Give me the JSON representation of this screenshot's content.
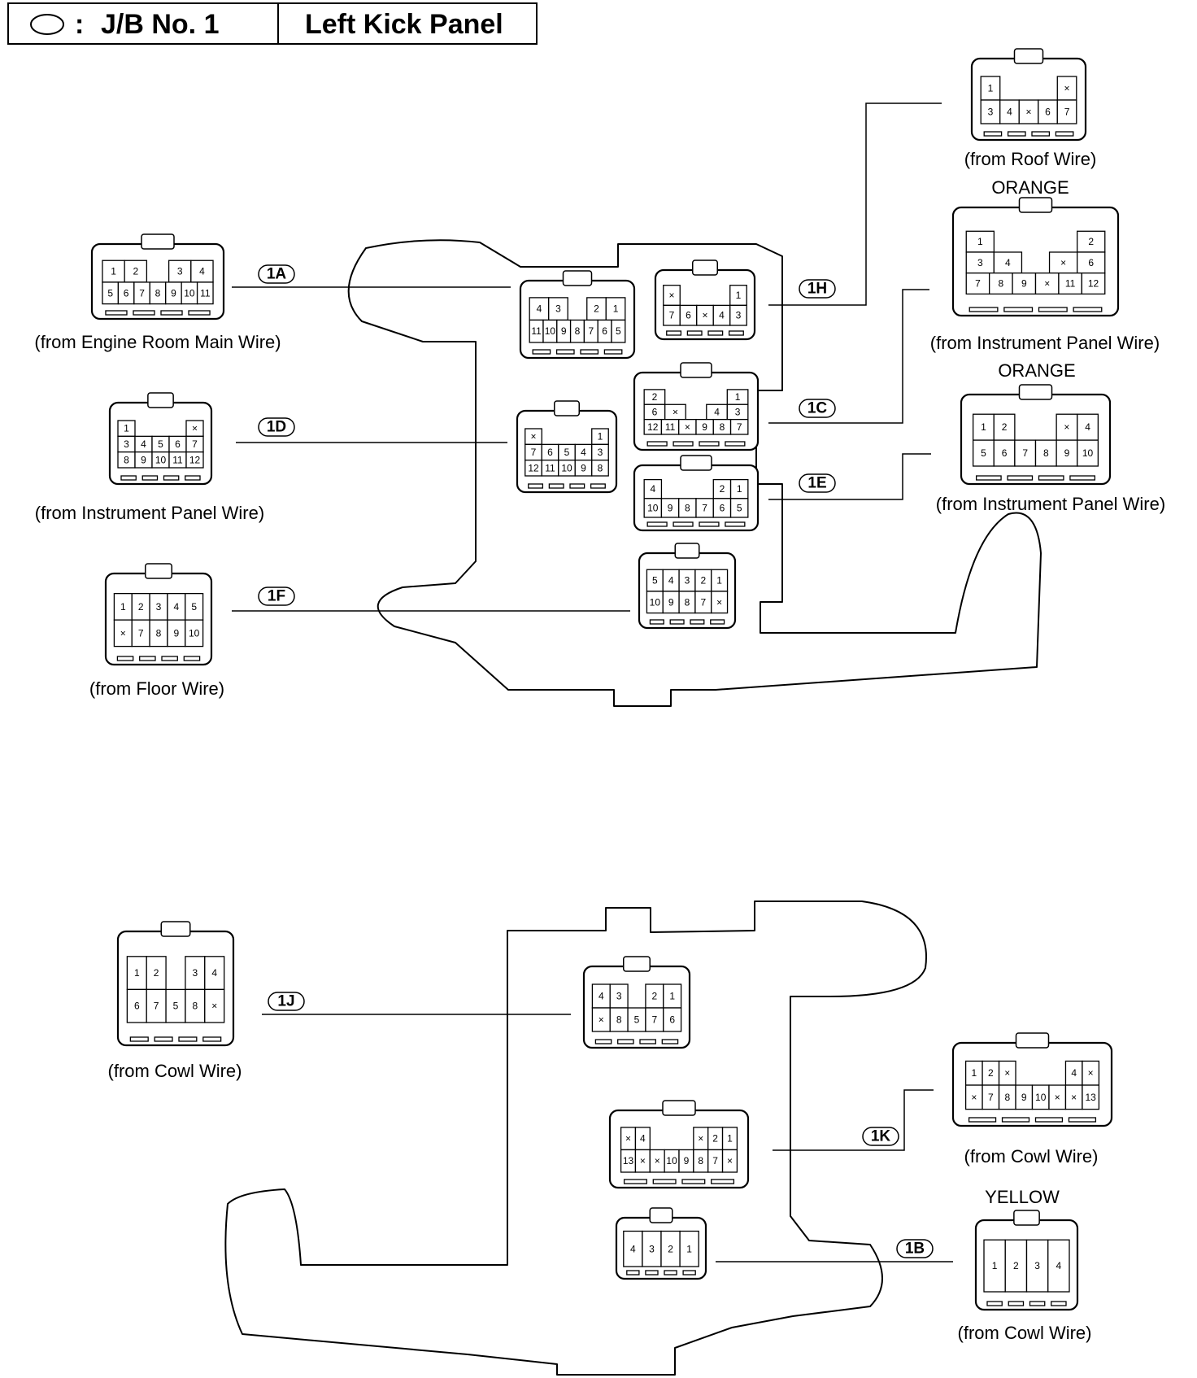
{
  "title": {
    "symbol_label": ":",
    "jb_name": "J/B No. 1",
    "location": "Left Kick Panel"
  },
  "connectors": [
    {
      "id": "1A",
      "code": "1A",
      "caption": "(from Engine Room Main Wire)",
      "color": "",
      "mate_rows": [
        [
          "1",
          "2",
          "",
          "3",
          "4"
        ],
        [
          "5",
          "6",
          "7",
          "8",
          "9",
          "10",
          "11"
        ]
      ],
      "jb_rows": [
        [
          "4",
          "3",
          "",
          "2",
          "1"
        ],
        [
          "11",
          "10",
          "9",
          "8",
          "7",
          "6",
          "5"
        ]
      ]
    },
    {
      "id": "1D",
      "code": "1D",
      "caption": "(from Instrument Panel Wire)",
      "color": "",
      "mate_rows": [
        [
          "1",
          "",
          "",
          "",
          "×"
        ],
        [
          "3",
          "4",
          "5",
          "6",
          "7"
        ],
        [
          "8",
          "9",
          "10",
          "11",
          "12"
        ]
      ],
      "jb_rows": [
        [
          "×",
          "",
          "",
          "",
          "1"
        ],
        [
          "7",
          "6",
          "5",
          "4",
          "3"
        ],
        [
          "12",
          "11",
          "10",
          "9",
          "8"
        ]
      ]
    },
    {
      "id": "1F",
      "code": "1F",
      "caption": "(from Floor Wire)",
      "color": "",
      "mate_rows": [
        [
          "1",
          "2",
          "3",
          "4",
          "5"
        ],
        [
          "×",
          "7",
          "8",
          "9",
          "10"
        ]
      ],
      "jb_rows": [
        [
          "5",
          "4",
          "3",
          "2",
          "1"
        ],
        [
          "10",
          "9",
          "8",
          "7",
          "×"
        ]
      ]
    },
    {
      "id": "1H",
      "code": "1H",
      "caption": "(from Roof Wire)",
      "color": "",
      "mate_rows": [
        [
          "1",
          "",
          "",
          "",
          "×"
        ],
        [
          "3",
          "4",
          "×",
          "6",
          "7"
        ]
      ],
      "jb_rows": [
        [
          "×",
          "",
          "",
          "",
          "1"
        ],
        [
          "7",
          "6",
          "×",
          "4",
          "3"
        ]
      ]
    },
    {
      "id": "1C",
      "code": "1C",
      "caption": "(from Instrument Panel Wire)",
      "color": "ORANGE",
      "mate_rows": [
        [
          "1",
          "",
          "",
          "",
          "2"
        ],
        [
          "3",
          "4",
          "",
          "×",
          "6"
        ],
        [
          "7",
          "8",
          "9",
          "×",
          "11",
          "12"
        ]
      ],
      "jb_rows": [
        [
          "2",
          "",
          "",
          "",
          "1"
        ],
        [
          "6",
          "×",
          "",
          "4",
          "3"
        ],
        [
          "12",
          "11",
          "×",
          "9",
          "8",
          "7"
        ]
      ]
    },
    {
      "id": "1E",
      "code": "1E",
      "caption": "(from Instrument Panel Wire)",
      "color": "ORANGE",
      "mate_rows": [
        [
          "1",
          "2",
          "",
          "",
          "×",
          "4"
        ],
        [
          "5",
          "6",
          "7",
          "8",
          "9",
          "10"
        ]
      ],
      "jb_rows": [
        [
          "4",
          "",
          "",
          "",
          "2",
          "1"
        ],
        [
          "10",
          "9",
          "8",
          "7",
          "6",
          "5"
        ]
      ]
    },
    {
      "id": "1J",
      "code": "1J",
      "caption": "(from Cowl Wire)",
      "color": "",
      "mate_rows": [
        [
          "1",
          "2",
          "",
          "3",
          "4"
        ],
        [
          "6",
          "7",
          "5",
          "8",
          "×"
        ]
      ],
      "jb_rows": [
        [
          "4",
          "3",
          "",
          "2",
          "1"
        ],
        [
          "×",
          "8",
          "5",
          "7",
          "6"
        ]
      ]
    },
    {
      "id": "1K",
      "code": "1K",
      "caption": "(from Cowl Wire)",
      "color": "",
      "mate_rows": [
        [
          "1",
          "2",
          "×",
          "",
          "",
          "",
          "4",
          "×"
        ],
        [
          "×",
          "7",
          "8",
          "9",
          "10",
          "×",
          "×",
          "13"
        ]
      ],
      "jb_rows": [
        [
          "×",
          "4",
          "",
          "",
          "",
          "×",
          "2",
          "1"
        ],
        [
          "13",
          "×",
          "×",
          "10",
          "9",
          "8",
          "7",
          "×"
        ]
      ]
    },
    {
      "id": "1B",
      "code": "1B",
      "caption": "(from Cowl Wire)",
      "color": "YELLOW",
      "mate_rows": [
        [
          "1",
          "2",
          "3",
          "4"
        ]
      ],
      "jb_rows": [
        [
          "4",
          "3",
          "2",
          "1"
        ]
      ]
    }
  ]
}
